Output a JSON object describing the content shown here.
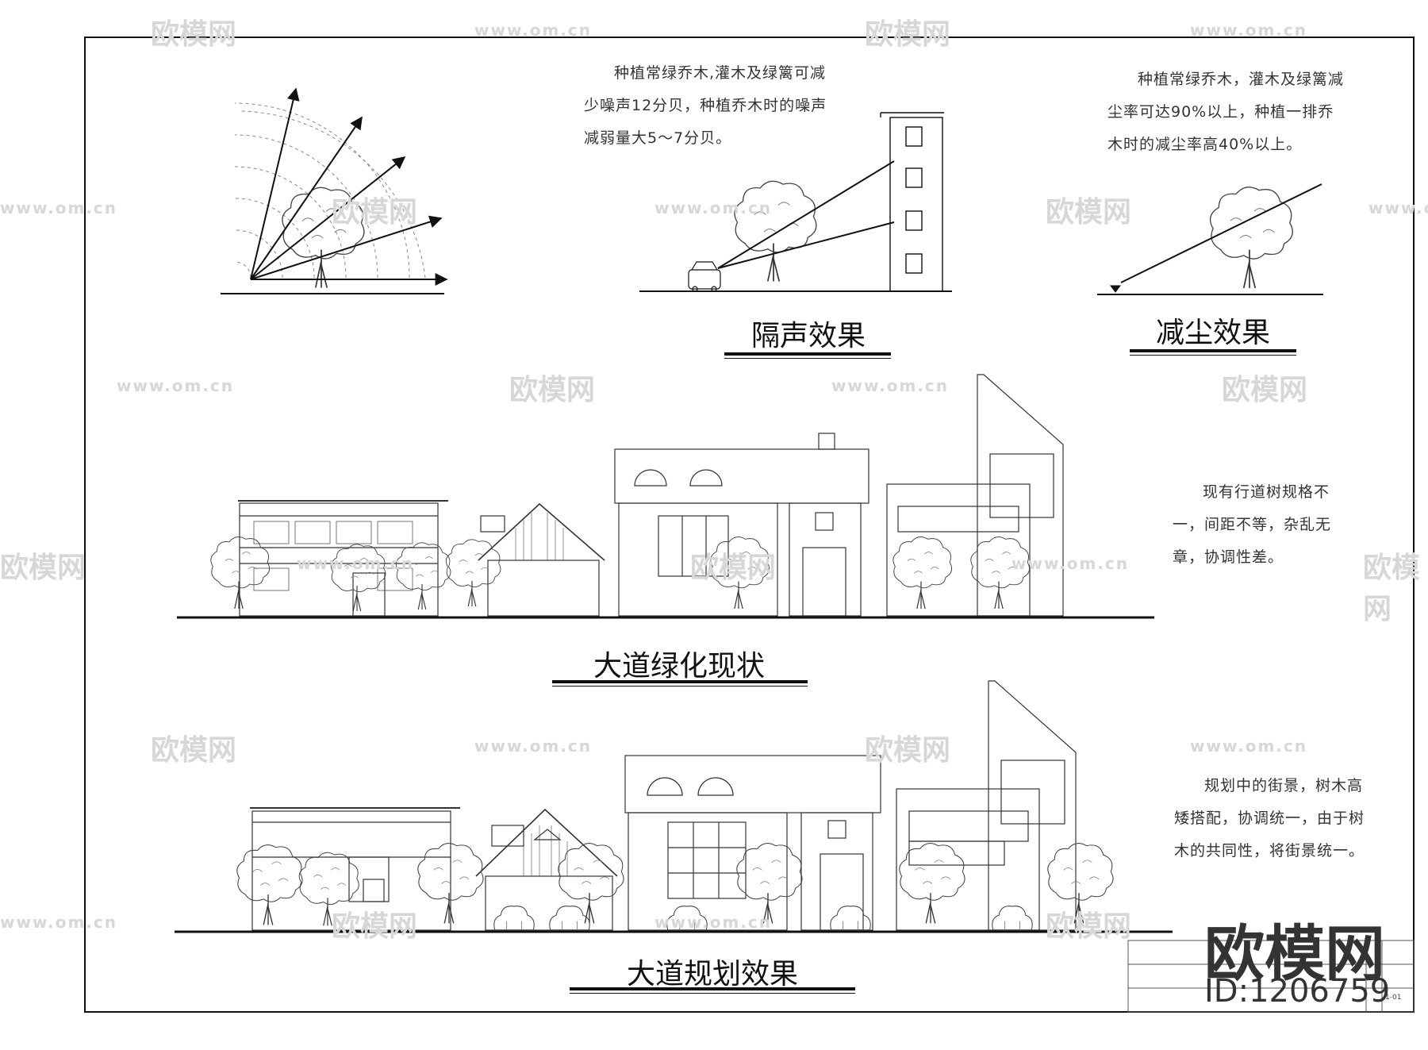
{
  "notes": {
    "noise_text": "种植常绿乔木,灌木及绿篱可减少噪声12分贝，种植乔木时的噪声减弱量大5～7分贝。",
    "dust_text": "种植常绿乔木，灌木及绿篱减尘率可达90%以上，种植一排乔木时的减尘率高40%以上。",
    "current_text": "现有行道树规格不一，间距不等，杂乱无章，协调性差。",
    "plan_text": "规划中的街景，树木高矮搭配，协调统一，由于树木的共同性，将街景统一。"
  },
  "titles": {
    "noise": "隔声效果",
    "dust": "减尘效果",
    "current": "大道绿化现状",
    "plan": "大道规划效果"
  },
  "watermark": {
    "logo": "欧模网",
    "url": "www.om.cn"
  },
  "brand": {
    "name": "欧模网",
    "id": "ID:1206759"
  },
  "title_block": {
    "sheet": "1-01"
  }
}
